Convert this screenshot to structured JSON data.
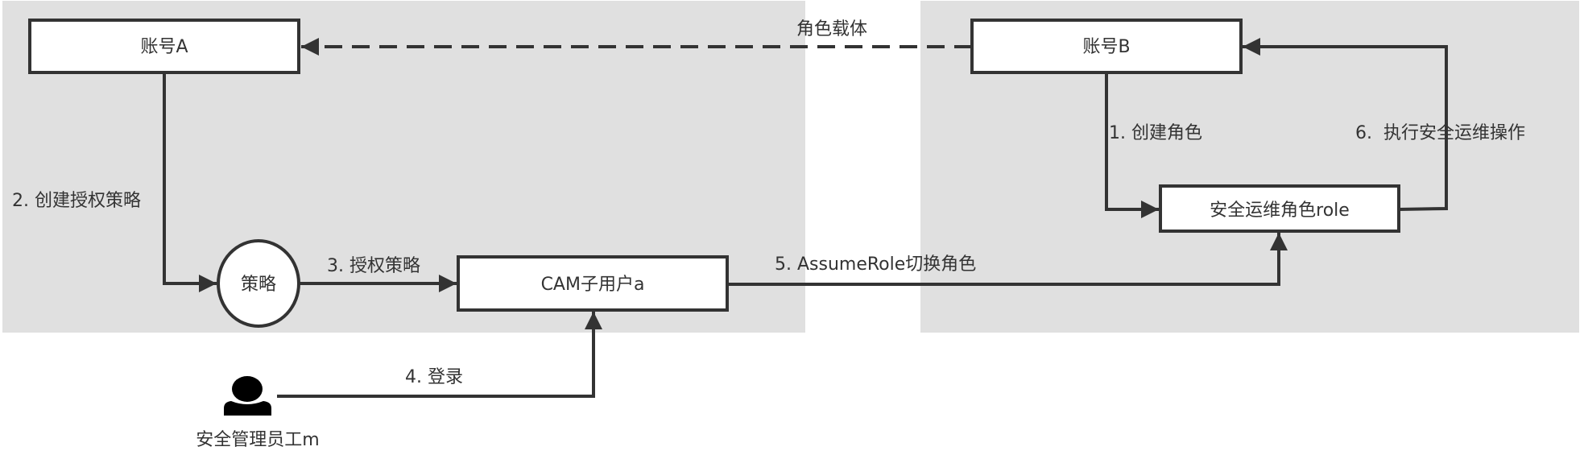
{
  "colors": {
    "panel": "#e0e0e0",
    "stroke": "#333333",
    "node_fill": "#ffffff",
    "text": "#333333",
    "actor": "#000000"
  },
  "panels": [
    {
      "id": "account-a-zone",
      "label": ""
    },
    {
      "id": "account-b-zone",
      "label": ""
    }
  ],
  "nodes": {
    "account_a": {
      "label": "账号A",
      "shape": "rectangle"
    },
    "account_b": {
      "label": "账号B",
      "shape": "rectangle"
    },
    "policy": {
      "label": "策略",
      "shape": "circle"
    },
    "cam_subuser": {
      "label": "CAM子用户a",
      "shape": "rectangle"
    },
    "role": {
      "label": "安全运维角色role",
      "shape": "rectangle"
    },
    "admin": {
      "label": "安全管理员工m",
      "shape": "actor",
      "icon": "person-icon"
    }
  },
  "edges": {
    "role_carrier": {
      "label": "角色载体",
      "from": "account_b",
      "to": "account_a",
      "style": "dashed"
    },
    "step1": {
      "label": "1. 创建角色",
      "from": "account_b",
      "to": "role",
      "style": "solid"
    },
    "step2": {
      "label": "2. 创建授权策略",
      "from": "account_a",
      "to": "policy",
      "style": "solid"
    },
    "step3": {
      "label": "3. 授权策略",
      "from": "policy",
      "to": "cam_subuser",
      "style": "solid"
    },
    "step4": {
      "label": "4. 登录",
      "from": "admin",
      "to": "cam_subuser",
      "style": "solid"
    },
    "step5": {
      "label": "5. AssumeRole切换角色",
      "from": "cam_subuser",
      "to": "role",
      "style": "solid"
    },
    "step6": {
      "label": "6.  执行安全运维操作",
      "from": "role",
      "to": "account_b",
      "style": "solid"
    }
  }
}
